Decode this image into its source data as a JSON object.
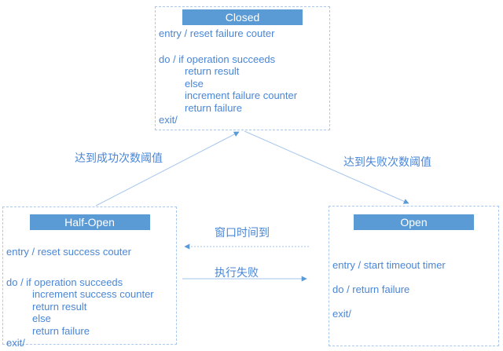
{
  "colors": {
    "accent_blue": "#5b9bd5",
    "text_blue": "#4a86d6",
    "border_blue": "#aac8ee",
    "line_blue": "#a5c5ec",
    "background": "#ffffff"
  },
  "states": {
    "closed": {
      "title": "Closed",
      "lines": [
        "entry / reset failure couter",
        "",
        "do / if operation succeeds",
        "return result",
        "else",
        "increment failure counter",
        "return failure",
        "exit/"
      ]
    },
    "half_open": {
      "title": "Half-Open",
      "lines": [
        "entry / reset success couter",
        "",
        "do / if operation succeeds",
        "increment success counter",
        "return result",
        "else",
        "return failure",
        "exit/"
      ]
    },
    "open": {
      "title": "Open",
      "lines": [
        "entry / start timeout timer",
        "",
        "do / return failure",
        "",
        "exit/"
      ]
    }
  },
  "transitions": {
    "half_open_to_closed": "达到成功次数阈值",
    "closed_to_open": "达到失败次数阈值",
    "open_to_half_open": "窗口时间到",
    "half_open_to_open": "执行失败"
  }
}
